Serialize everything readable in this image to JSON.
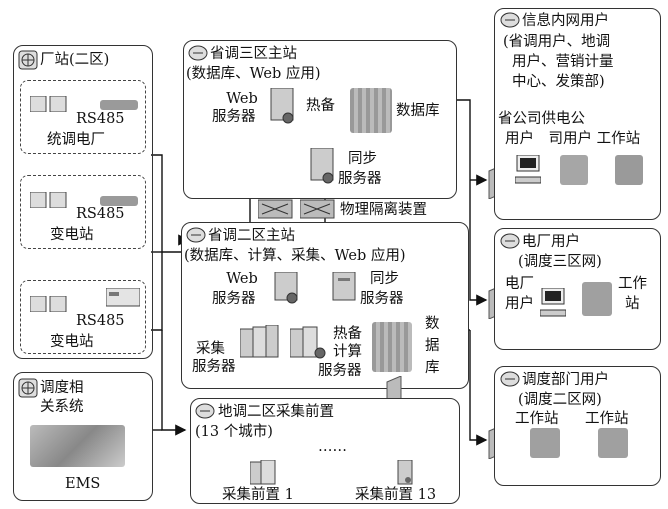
{
  "substation_group": {
    "title": "厂站(二区)",
    "units": [
      {
        "bus_label": "RS485",
        "caption": "统调电厂"
      },
      {
        "bus_label": "RS485",
        "caption": "变电站"
      },
      {
        "bus_label": "RS485",
        "caption": "变电站"
      }
    ]
  },
  "dispatch_related": {
    "title_line1": "调度相",
    "title_line2": "关系统",
    "ems_label": "EMS"
  },
  "province_zone3": {
    "title": "省调三区主站",
    "subtitle": "(数据库、Web 应用)",
    "web_server_line1": "Web",
    "web_server_line2": "服务器",
    "hot_standby": "热备",
    "database": "数据库",
    "sync_line1": "同步",
    "sync_line2": "服务器"
  },
  "isolation_label": "物理隔离装置",
  "province_zone2": {
    "title": "省调二区主站",
    "subtitle": "(数据库、计算、采集、Web 应用)",
    "web_line1": "Web",
    "web_line2": "服务器",
    "sync_line1": "同步",
    "sync_line2": "服务器",
    "acq_line1": "采集",
    "acq_line2": "服务器",
    "hotcalc_line1": "热备",
    "hotcalc_line2": "计算",
    "hotcalc_line3": "服务器",
    "db_chars": [
      "数",
      "据",
      "库"
    ]
  },
  "local_zone2": {
    "title": "地调二区采集前置",
    "subtitle": "(13 个城市)",
    "dots": "……",
    "front1": "采集前置 1",
    "front13": "采集前置 13"
  },
  "intranet_users": {
    "title": "信息内网用户",
    "lines": [
      "(省调用户、地调",
      "用户、营销计量",
      "中心、发策部)"
    ],
    "top_row": "省公司供电公",
    "bottom_row": "用户　司用户 工作站"
  },
  "plant_users": {
    "title": "电厂用户",
    "subtitle": "(调度三区网)",
    "left_line1": "电厂",
    "left_line2": "用户",
    "right_line1": "工作",
    "right_line2": "站"
  },
  "dispatch_users": {
    "title": "调度部门用户",
    "subtitle": "(调度二区网)",
    "ws1": "工作站",
    "ws2": "工作站"
  },
  "icons": [
    "network-globe-icon",
    "cloud-network-icon",
    "server-icon",
    "firewall-icon",
    "meter-icon",
    "computer-icon"
  ],
  "colors": {
    "line": "#111111",
    "box_border": "#333333",
    "server_gray": "#c8c8c8",
    "blur_gray": "#9a9a9a"
  }
}
